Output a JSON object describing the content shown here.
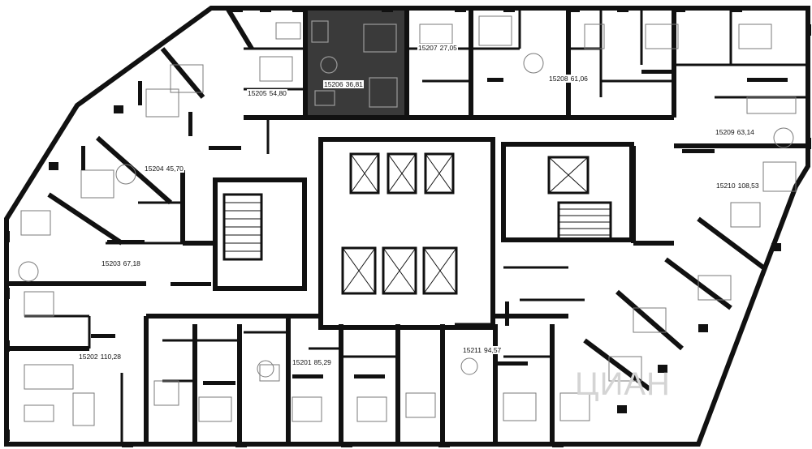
{
  "plan": {
    "highlighted_unit": "15206",
    "colors": {
      "wall": "#111111",
      "highlight": "#3a3a3a",
      "furniture": "#7a7a7a"
    },
    "units": [
      {
        "id": "15201",
        "area": "85,29"
      },
      {
        "id": "15202",
        "area": "110,28"
      },
      {
        "id": "15203",
        "area": "67,18"
      },
      {
        "id": "15204",
        "area": "45,70"
      },
      {
        "id": "15205",
        "area": "54,80"
      },
      {
        "id": "15206",
        "area": "36,81"
      },
      {
        "id": "15207",
        "area": "27,05"
      },
      {
        "id": "15208",
        "area": "61,06"
      },
      {
        "id": "15209",
        "area": "63,14"
      },
      {
        "id": "15210",
        "area": "108,53"
      },
      {
        "id": "15211",
        "area": "94,57"
      }
    ],
    "watermark": "ЦИАН"
  }
}
